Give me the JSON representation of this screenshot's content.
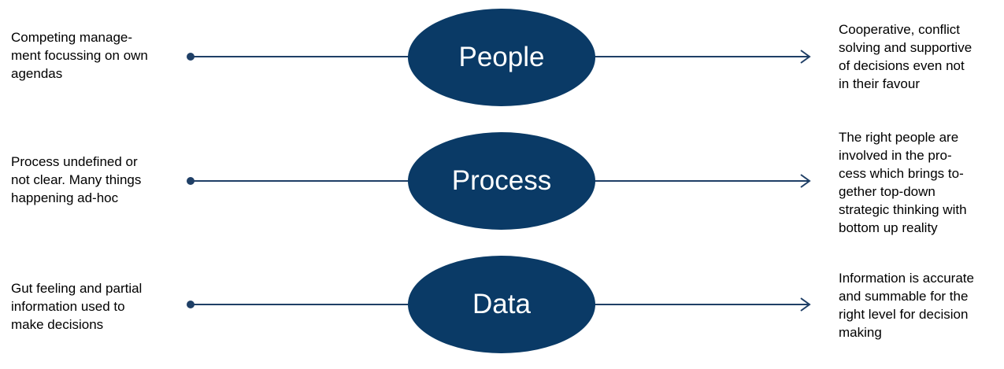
{
  "colors": {
    "node_fill": "#0a3a66",
    "line": "#1f3f66",
    "node_text": "#ffffff",
    "body_text": "#000000"
  },
  "rows": [
    {
      "label": "People",
      "from": "Competing manage-\nment focussing on own\nagendas",
      "to": "Cooperative, conflict\nsolving and supportive\nof decisions even not\nin their favour"
    },
    {
      "label": "Process",
      "from": "Process undefined or\nnot clear. Many things\nhappening ad-hoc",
      "to": "The right people are\ninvolved in the pro-\ncess which brings to-\ngether top-down\nstrategic thinking with\nbottom up reality"
    },
    {
      "label": "Data",
      "from": "Gut feeling and partial\ninformation used to\nmake decisions",
      "to": "Information is accurate\nand summable for the\nright level for decision\nmaking"
    }
  ]
}
